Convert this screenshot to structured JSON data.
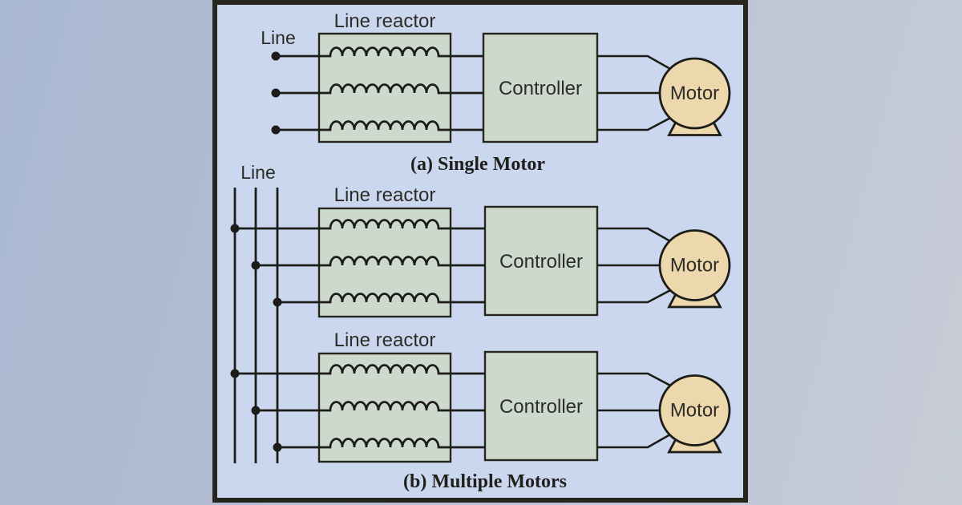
{
  "figure": {
    "panel": {
      "background": "#cbd7ee",
      "border_color": "#26261e"
    },
    "outer_background": {
      "left": "#a9b8d2",
      "right": "#c7ccd6"
    },
    "component_labels": {
      "line": "Line",
      "line_reactor": "Line reactor",
      "controller": "Controller",
      "motor": "Motor"
    },
    "sections": [
      {
        "id": "a",
        "caption": "(a) Single Motor",
        "motors": 1
      },
      {
        "id": "b",
        "caption": "(b) Multiple Motors",
        "motors": 2
      }
    ],
    "colors": {
      "box_fill": "#cdd9cc",
      "motor_fill": "#edd8ad",
      "wire": "#1c1c18",
      "text": "#2c2c28"
    }
  }
}
